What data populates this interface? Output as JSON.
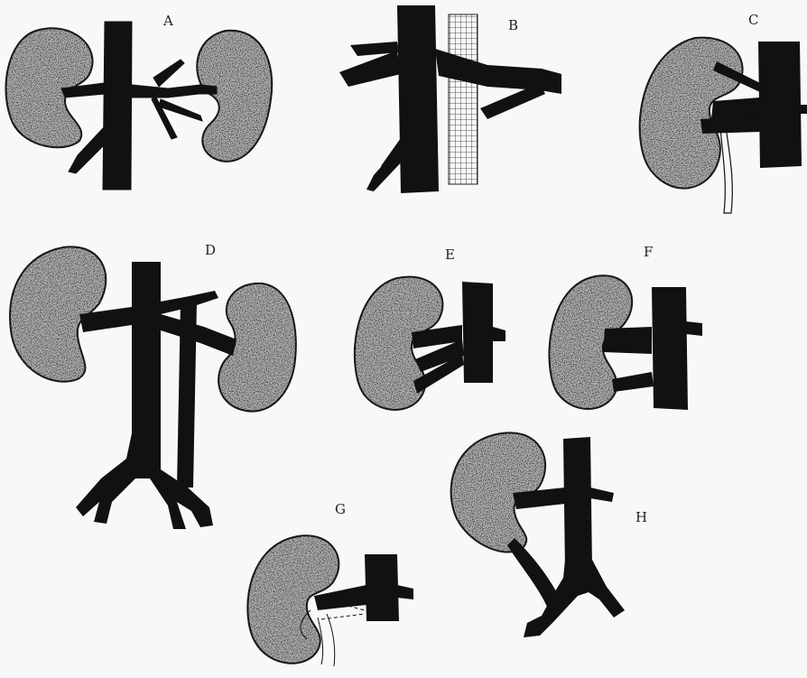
{
  "figure": {
    "panels": [
      {
        "label": "A"
      },
      {
        "label": "B"
      },
      {
        "label": "C"
      },
      {
        "label": "D"
      },
      {
        "label": "E"
      },
      {
        "label": "F"
      },
      {
        "label": "G"
      },
      {
        "label": "H"
      }
    ]
  },
  "colors": {
    "background": "#f8f8f6",
    "vessel": "#111111",
    "kidney_fill": "#a9a9a9",
    "kidney_outline": "#1a1a1a",
    "aorta_hatch": "#222222"
  }
}
